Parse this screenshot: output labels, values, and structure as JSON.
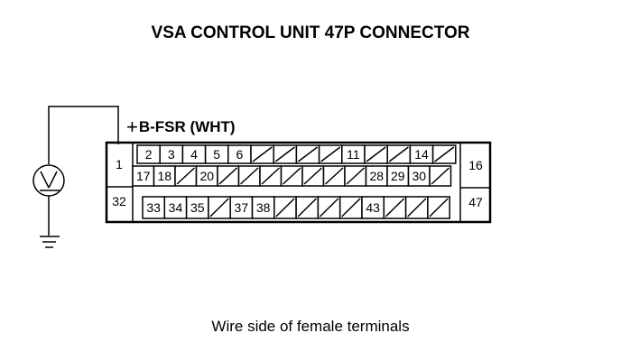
{
  "title": "VSA CONTROL UNIT 47P CONNECTOR",
  "wire_label": {
    "symbol": "+",
    "text": "B-FSR (WHT)"
  },
  "caption": "Wire side of female terminals",
  "meter": {
    "type": "voltmeter",
    "symbol": "V",
    "ground": true
  },
  "connector": {
    "pins": 47,
    "left_column": [
      "1",
      "32"
    ],
    "right_column": [
      "16",
      "47"
    ],
    "row1": [
      "2",
      "3",
      "4",
      "5",
      "6",
      "",
      "",
      "",
      "",
      "11",
      "",
      "",
      "14",
      ""
    ],
    "row2": [
      "17",
      "18",
      "",
      "20",
      "",
      "",
      "",
      "",
      "",
      "",
      "",
      "28",
      "29",
      "30",
      ""
    ],
    "row3": [
      "33",
      "34",
      "35",
      "",
      "37",
      "38",
      "",
      "",
      "",
      "",
      "43",
      "",
      "",
      ""
    ]
  }
}
